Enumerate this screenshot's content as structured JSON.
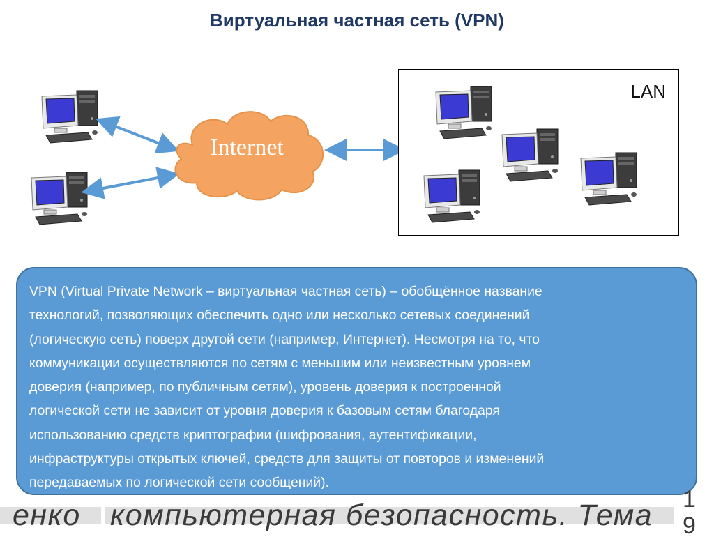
{
  "title": "Виртуальная частная сеть (VPN)",
  "lan_label": "LAN",
  "cloud_label": "Internet",
  "description": "VPN (Virtual Private Network – виртуальная частная сеть) – обобщённое название\nтехнологий, позволяющих обеспечить одно или несколько сетевых соединений\n(логическую сеть) поверх другой сети (например, Интернет). Несмотря на то, что\nкоммуникации осуществляются по сетям с меньшим или неизвестным уровнем\nдоверия (например, по публичным сетям), уровень доверия к построенной\nлогической сети не зависит от уровня доверия к базовым сетям благодаря\nиспользованию средств криптографии (шифрования, аутентификации,\nинфраструктуры открытых ключей, средств для защиты от повторов и изменений\nпередаваемых по логической сети сообщений).",
  "footer": {
    "left_fragment": "енко",
    "main": "компьютерная безопасность. Тема",
    "slide_number": "1\n9"
  },
  "colors": {
    "title": "#1f3864",
    "cloud": "#f4a460",
    "arrow": "#5b9bd5",
    "box": "#5b9bd5"
  }
}
